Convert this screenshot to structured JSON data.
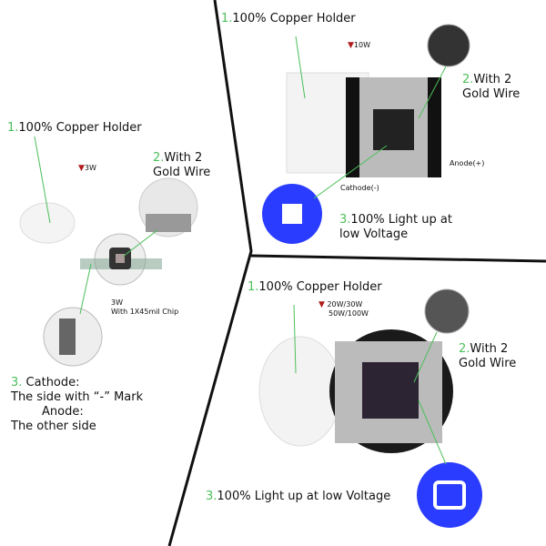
{
  "panel_3w": {
    "callout1": {
      "num": "1.",
      "text": "100% Copper Holder"
    },
    "power_label": "3W",
    "callout2": {
      "num": "2.",
      "line1": "With 2",
      "line2": "Gold Wire"
    },
    "chip_title": "3W",
    "chip_desc": "With 1X45mil Chip",
    "callout3": {
      "num": "3.",
      "line1": "Cathode:",
      "line2": "The side with “-” Mark",
      "line3": "Anode:",
      "line4": "The other side"
    }
  },
  "panel_10w": {
    "callout1": {
      "num": "1.",
      "text": "100% Copper Holder"
    },
    "power_label": "10W",
    "callout2": {
      "num": "2.",
      "line1": "With 2",
      "line2": "Gold Wire"
    },
    "anode_label": "Anode(+)",
    "cathode_label": "Cathode(-)",
    "callout3": {
      "num": "3.",
      "line1": "100% Light up at",
      "line2": "low Voltage"
    }
  },
  "panel_high": {
    "callout1": {
      "num": "1.",
      "text": "100% Copper Holder"
    },
    "power_line1": "20W/30W",
    "power_line2": "50W/100W",
    "callout2": {
      "num": "2.",
      "line1": "With 2",
      "line2": "Gold Wire"
    },
    "callout3": {
      "num": "3.",
      "text": "100% Light up at low Voltage"
    }
  },
  "colors": {
    "accent_green": "#4cbf5a",
    "marker_red": "#b01a1a",
    "led_blue": "#2a3cff"
  }
}
